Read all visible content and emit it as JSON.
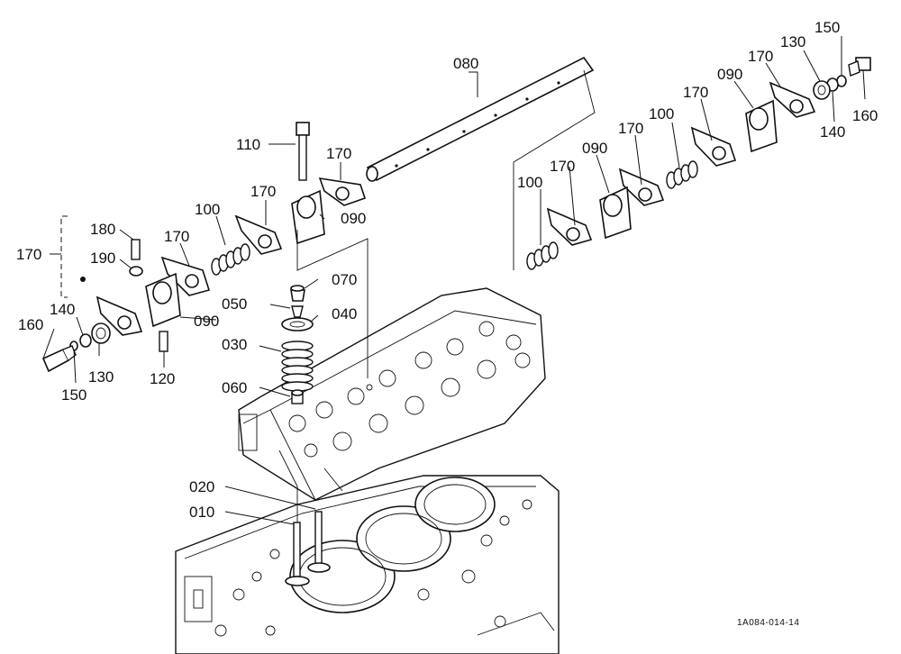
{
  "figure_code": "1A084-014-14",
  "callouts": {
    "c080": "080",
    "c110": "110",
    "c170_a": "170",
    "c170_b": "170",
    "c170_c": "170",
    "c170_d": "170",
    "c170_e": "170",
    "c170_f": "170",
    "c170_g": "170",
    "c170_h": "170",
    "c180": "180",
    "c190": "190",
    "c100_a": "100",
    "c100_b": "100",
    "c100_c": "100",
    "c090_a": "090",
    "c090_b": "090",
    "c090_c": "090",
    "c090_d": "090",
    "c070": "070",
    "c050": "050",
    "c040": "040",
    "c030": "030",
    "c060": "060",
    "c020": "020",
    "c010": "010",
    "c160_a": "160",
    "c160_b": "160",
    "c140_a": "140",
    "c140_b": "140",
    "c150_a": "150",
    "c150_b": "150",
    "c130_a": "130",
    "c130_b": "130",
    "c120": "120"
  }
}
